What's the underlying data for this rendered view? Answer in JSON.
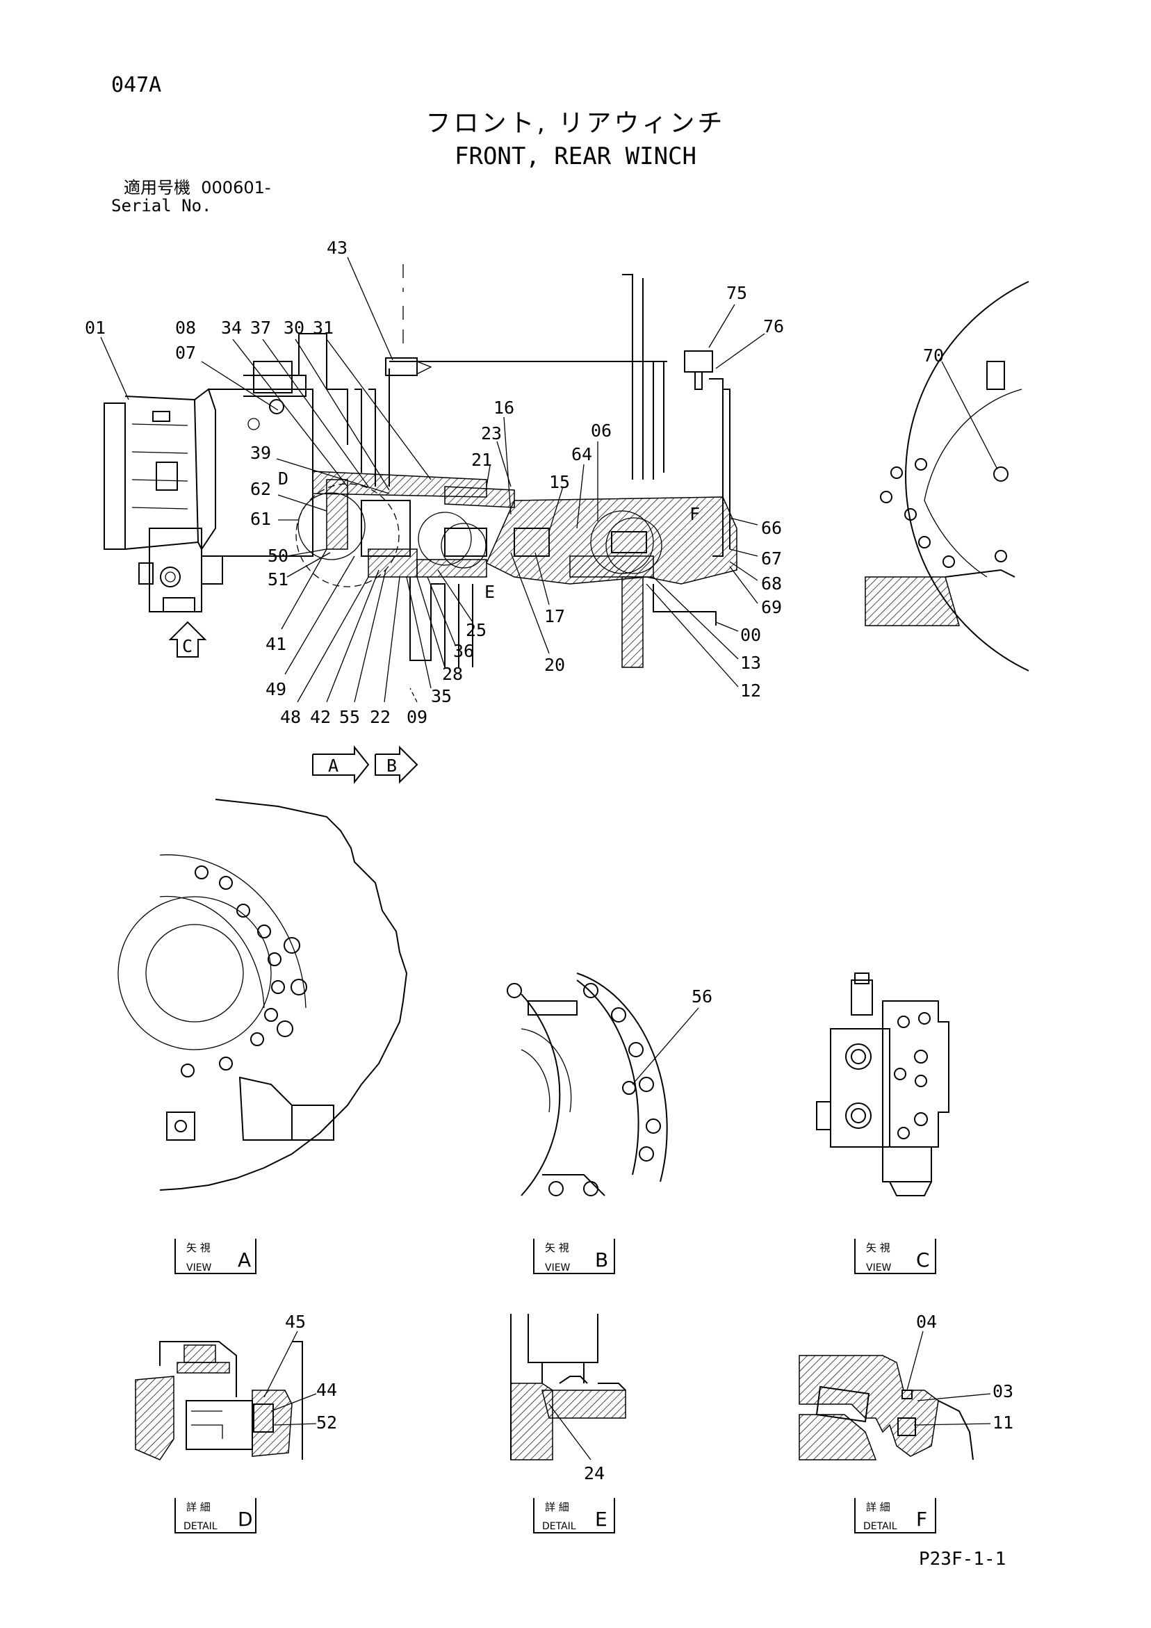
{
  "page_code": "047A",
  "title_jp": "フロント, リアウィンチ",
  "title_en": "FRONT, REAR WINCH",
  "serial_label_jp": "適用号機",
  "serial_value": "000601-",
  "serial_label_en": "Serial No.",
  "part_numbers": {
    "p43": "43",
    "p75": "75",
    "p76": "76",
    "p01": "01",
    "p08": "08",
    "p07": "07",
    "p34": "34",
    "p37": "37",
    "p30": "30",
    "p31": "31",
    "p70": "70",
    "p16": "16",
    "p23": "23",
    "p06": "06",
    "p64": "64",
    "p21": "21",
    "p15": "15",
    "p39": "39",
    "p62": "62",
    "p61": "61",
    "p50": "50",
    "p51": "51",
    "p66": "66",
    "p67": "67",
    "p68": "68",
    "p69": "69",
    "p00": "00",
    "p13": "13",
    "p12": "12",
    "p17": "17",
    "p20": "20",
    "p25": "25",
    "p36": "36",
    "p28": "28",
    "p35": "35",
    "p41": "41",
    "p49": "49",
    "p48": "48",
    "p42": "42",
    "p55": "55",
    "p22": "22",
    "p09": "09",
    "p56": "56",
    "p45": "45",
    "p44": "44",
    "p52": "52",
    "p24": "24",
    "p04": "04",
    "p03": "03",
    "p11": "11"
  },
  "detail_marks": {
    "D": "D",
    "E": "E",
    "F": "F"
  },
  "view_arrows": {
    "A": "A",
    "B": "B",
    "C": "C"
  },
  "view_captions": {
    "A": {
      "jp": "矢 視",
      "en": "VIEW",
      "letter": "A"
    },
    "B": {
      "jp": "矢 視",
      "en": "VIEW",
      "letter": "B"
    },
    "C": {
      "jp": "矢 視",
      "en": "VIEW",
      "letter": "C"
    }
  },
  "detail_captions": {
    "D": {
      "jp": "詳 細",
      "en": "DETAIL",
      "letter": "D"
    },
    "E": {
      "jp": "詳 細",
      "en": "DETAIL",
      "letter": "E"
    },
    "F": {
      "jp": "詳 細",
      "en": "DETAIL",
      "letter": "F"
    }
  },
  "footer_code": "P23F-1-1"
}
